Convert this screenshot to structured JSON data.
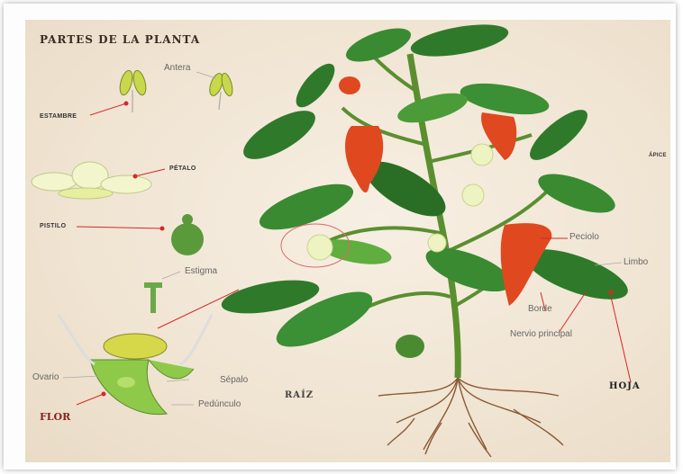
{
  "title": "PARTES DE LA PLANTA",
  "labels": {
    "antera": "Antera",
    "estambre": "ESTAMBRE",
    "petalo": "PÉTALO",
    "pistilo": "PISTILO",
    "estigma": "Estigma",
    "ovario": "Ovario",
    "sepalo": "Sépalo",
    "pedunculo": "Pedúnculo",
    "flor": "FLOR",
    "raiz": "RAÍZ",
    "apice": "ÁPICE",
    "peciolo": "Peciolo",
    "limbo": "Limbo",
    "borde": "Borde",
    "nervio": "Nervio principal",
    "hoja": "HOJA"
  },
  "colors": {
    "paper": "#f0e4d2",
    "leaf": "#2f7a2a",
    "leaf_light": "#5fae3e",
    "pepper": "#e0481f",
    "flower": "#e8f0b0",
    "pointer": "#d62828",
    "root": "#8a5a35"
  }
}
